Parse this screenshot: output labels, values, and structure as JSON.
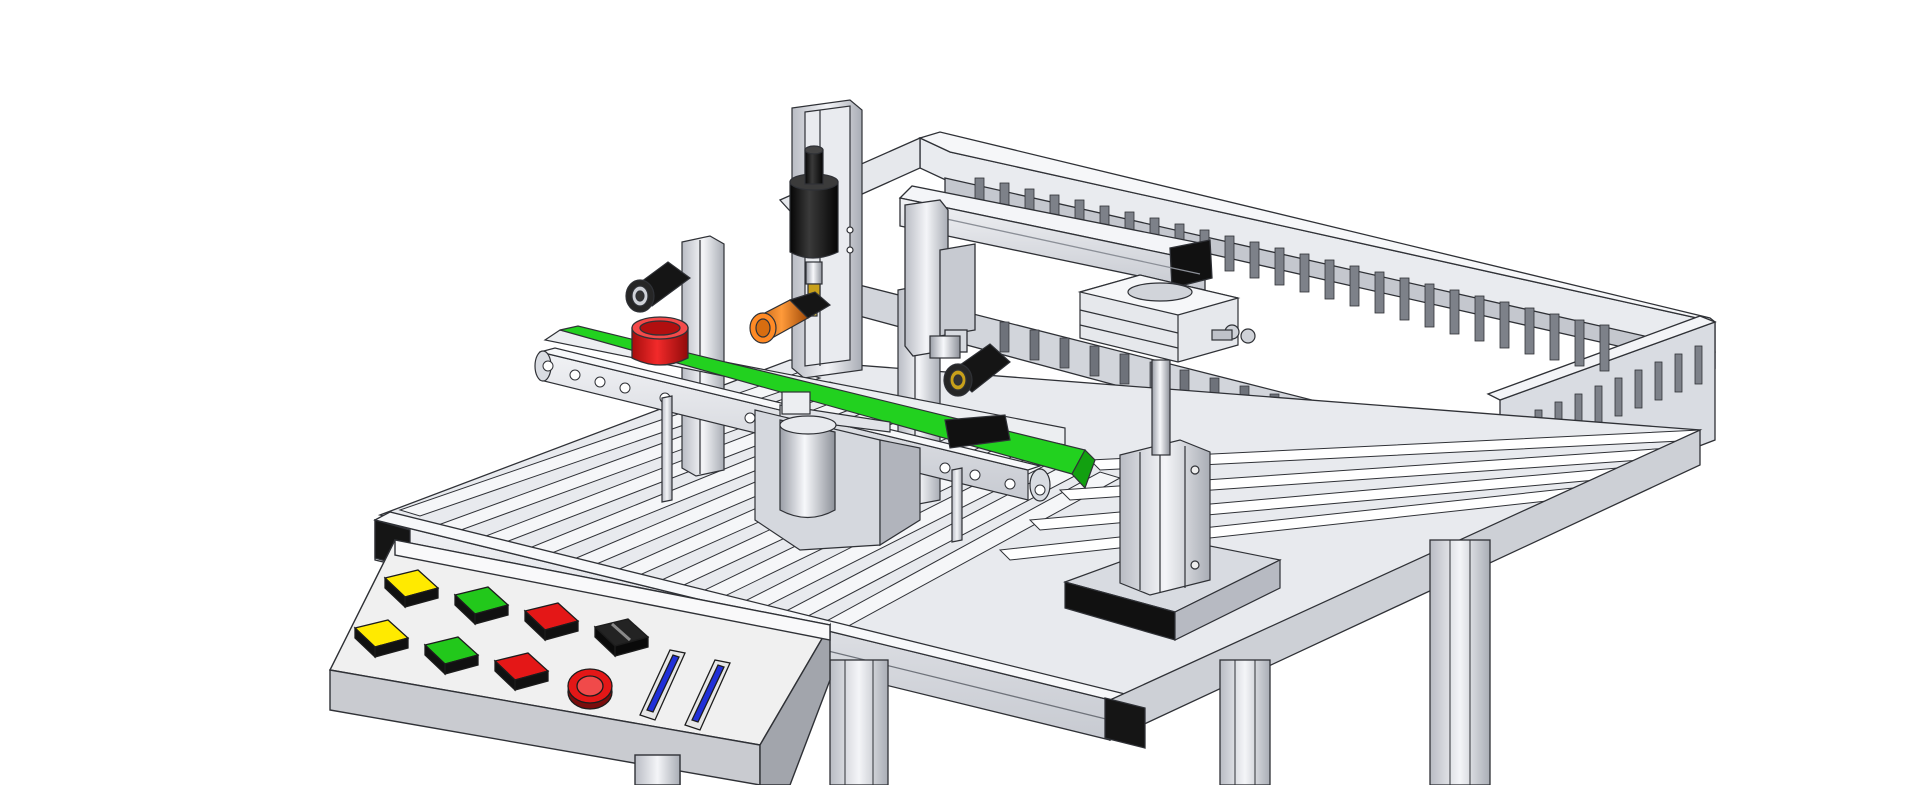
{
  "scene": {
    "type": "cad-render",
    "subject": "conveyor-training-station"
  },
  "colors": {
    "background": "#ffffff",
    "aluminum": "#dfe1e6",
    "aluminum_dark": "#9ea2aa",
    "aluminum_shadow": "#7f838b",
    "outline": "#2f3136",
    "belt": "#22d11f",
    "belt_dark": "#12a010",
    "workpiece": "#e4191a",
    "sensor_orange": "#f07f1a",
    "sensor_black": "#161616",
    "button_yellow": "#ffea00",
    "button_green": "#22c81b",
    "button_red": "#e41717",
    "button_black": "#232323",
    "indicator_blue": "#2030d8",
    "panel": "#eeeeee"
  },
  "control_panel": {
    "buttons": [
      {
        "color": "yellow",
        "row": 1,
        "col": 1
      },
      {
        "color": "green",
        "row": 1,
        "col": 2
      },
      {
        "color": "red",
        "row": 1,
        "col": 3
      },
      {
        "color": "black",
        "row": 1,
        "col": 4
      },
      {
        "color": "yellow",
        "row": 2,
        "col": 1
      },
      {
        "color": "green",
        "row": 2,
        "col": 2
      },
      {
        "color": "red",
        "row": 2,
        "col": 3
      }
    ],
    "emergency_stop": {
      "color": "red"
    },
    "indicators": [
      {
        "color": "blue"
      },
      {
        "color": "blue"
      }
    ]
  },
  "icons": {
    "emergency_stop": "emergency-stop-icon",
    "sensor": "proximity-sensor-icon",
    "motor": "motor-icon",
    "workpiece": "workpiece-icon"
  }
}
